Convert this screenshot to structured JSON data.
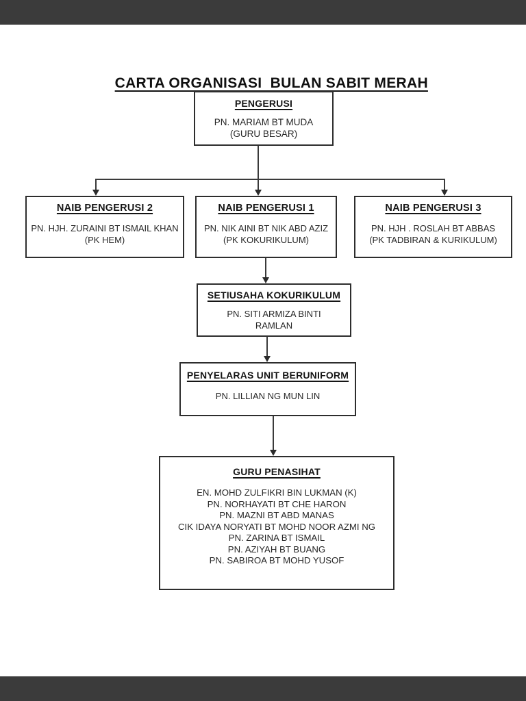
{
  "title": "CARTA ORGANISASI  BULAN SABIT MERAH",
  "colors": {
    "ink": "#1f1f1f",
    "connector_line": "#3a3a3a",
    "page_background": "#ffffff",
    "viewer_bar": "#3b3b3b"
  },
  "org": {
    "nodes": [
      {
        "role": "PENGERUSI",
        "lines": [
          "PN. MARIAM BT MUDA",
          "(GURU BESAR)"
        ]
      },
      {
        "role": "NAIB PENGERUSI 2",
        "lines": [
          "PN. HJH. ZURAINI BT ISMAIL KHAN",
          "(PK HEM)"
        ]
      },
      {
        "role": "NAIB PENGERUSI 1",
        "lines": [
          "PN. NIK AINI BT NIK ABD AZIZ",
          "(PK KOKURIKULUM)"
        ]
      },
      {
        "role": "NAIB PENGERUSI 3",
        "lines": [
          "PN. HJH . ROSLAH BT ABBAS",
          "(PK TADBIRAN & KURIKULUM)"
        ]
      },
      {
        "role": "SETIUSAHA KOKURIKULUM",
        "lines": [
          "PN. SITI ARMIZA BINTI",
          "RAMLAN"
        ]
      },
      {
        "role": "PENYELARAS UNIT BERUNIFORM",
        "lines": [
          "PN. LILLIAN NG MUN LIN"
        ]
      },
      {
        "role": "GURU PENASIHAT",
        "lines": [
          "EN. MOHD ZULFIKRI BIN LUKMAN (K)",
          "PN. NORHAYATI BT CHE HARON",
          "PN. MAZNI BT ABD MANAS",
          "CIK IDAYA NORYATI BT MOHD NOOR AZMI NG",
          "PN. ZARINA BT ISMAIL",
          "PN. AZIYAH BT BUANG",
          "PN. SABIROA BT MOHD YUSOF"
        ]
      }
    ]
  }
}
